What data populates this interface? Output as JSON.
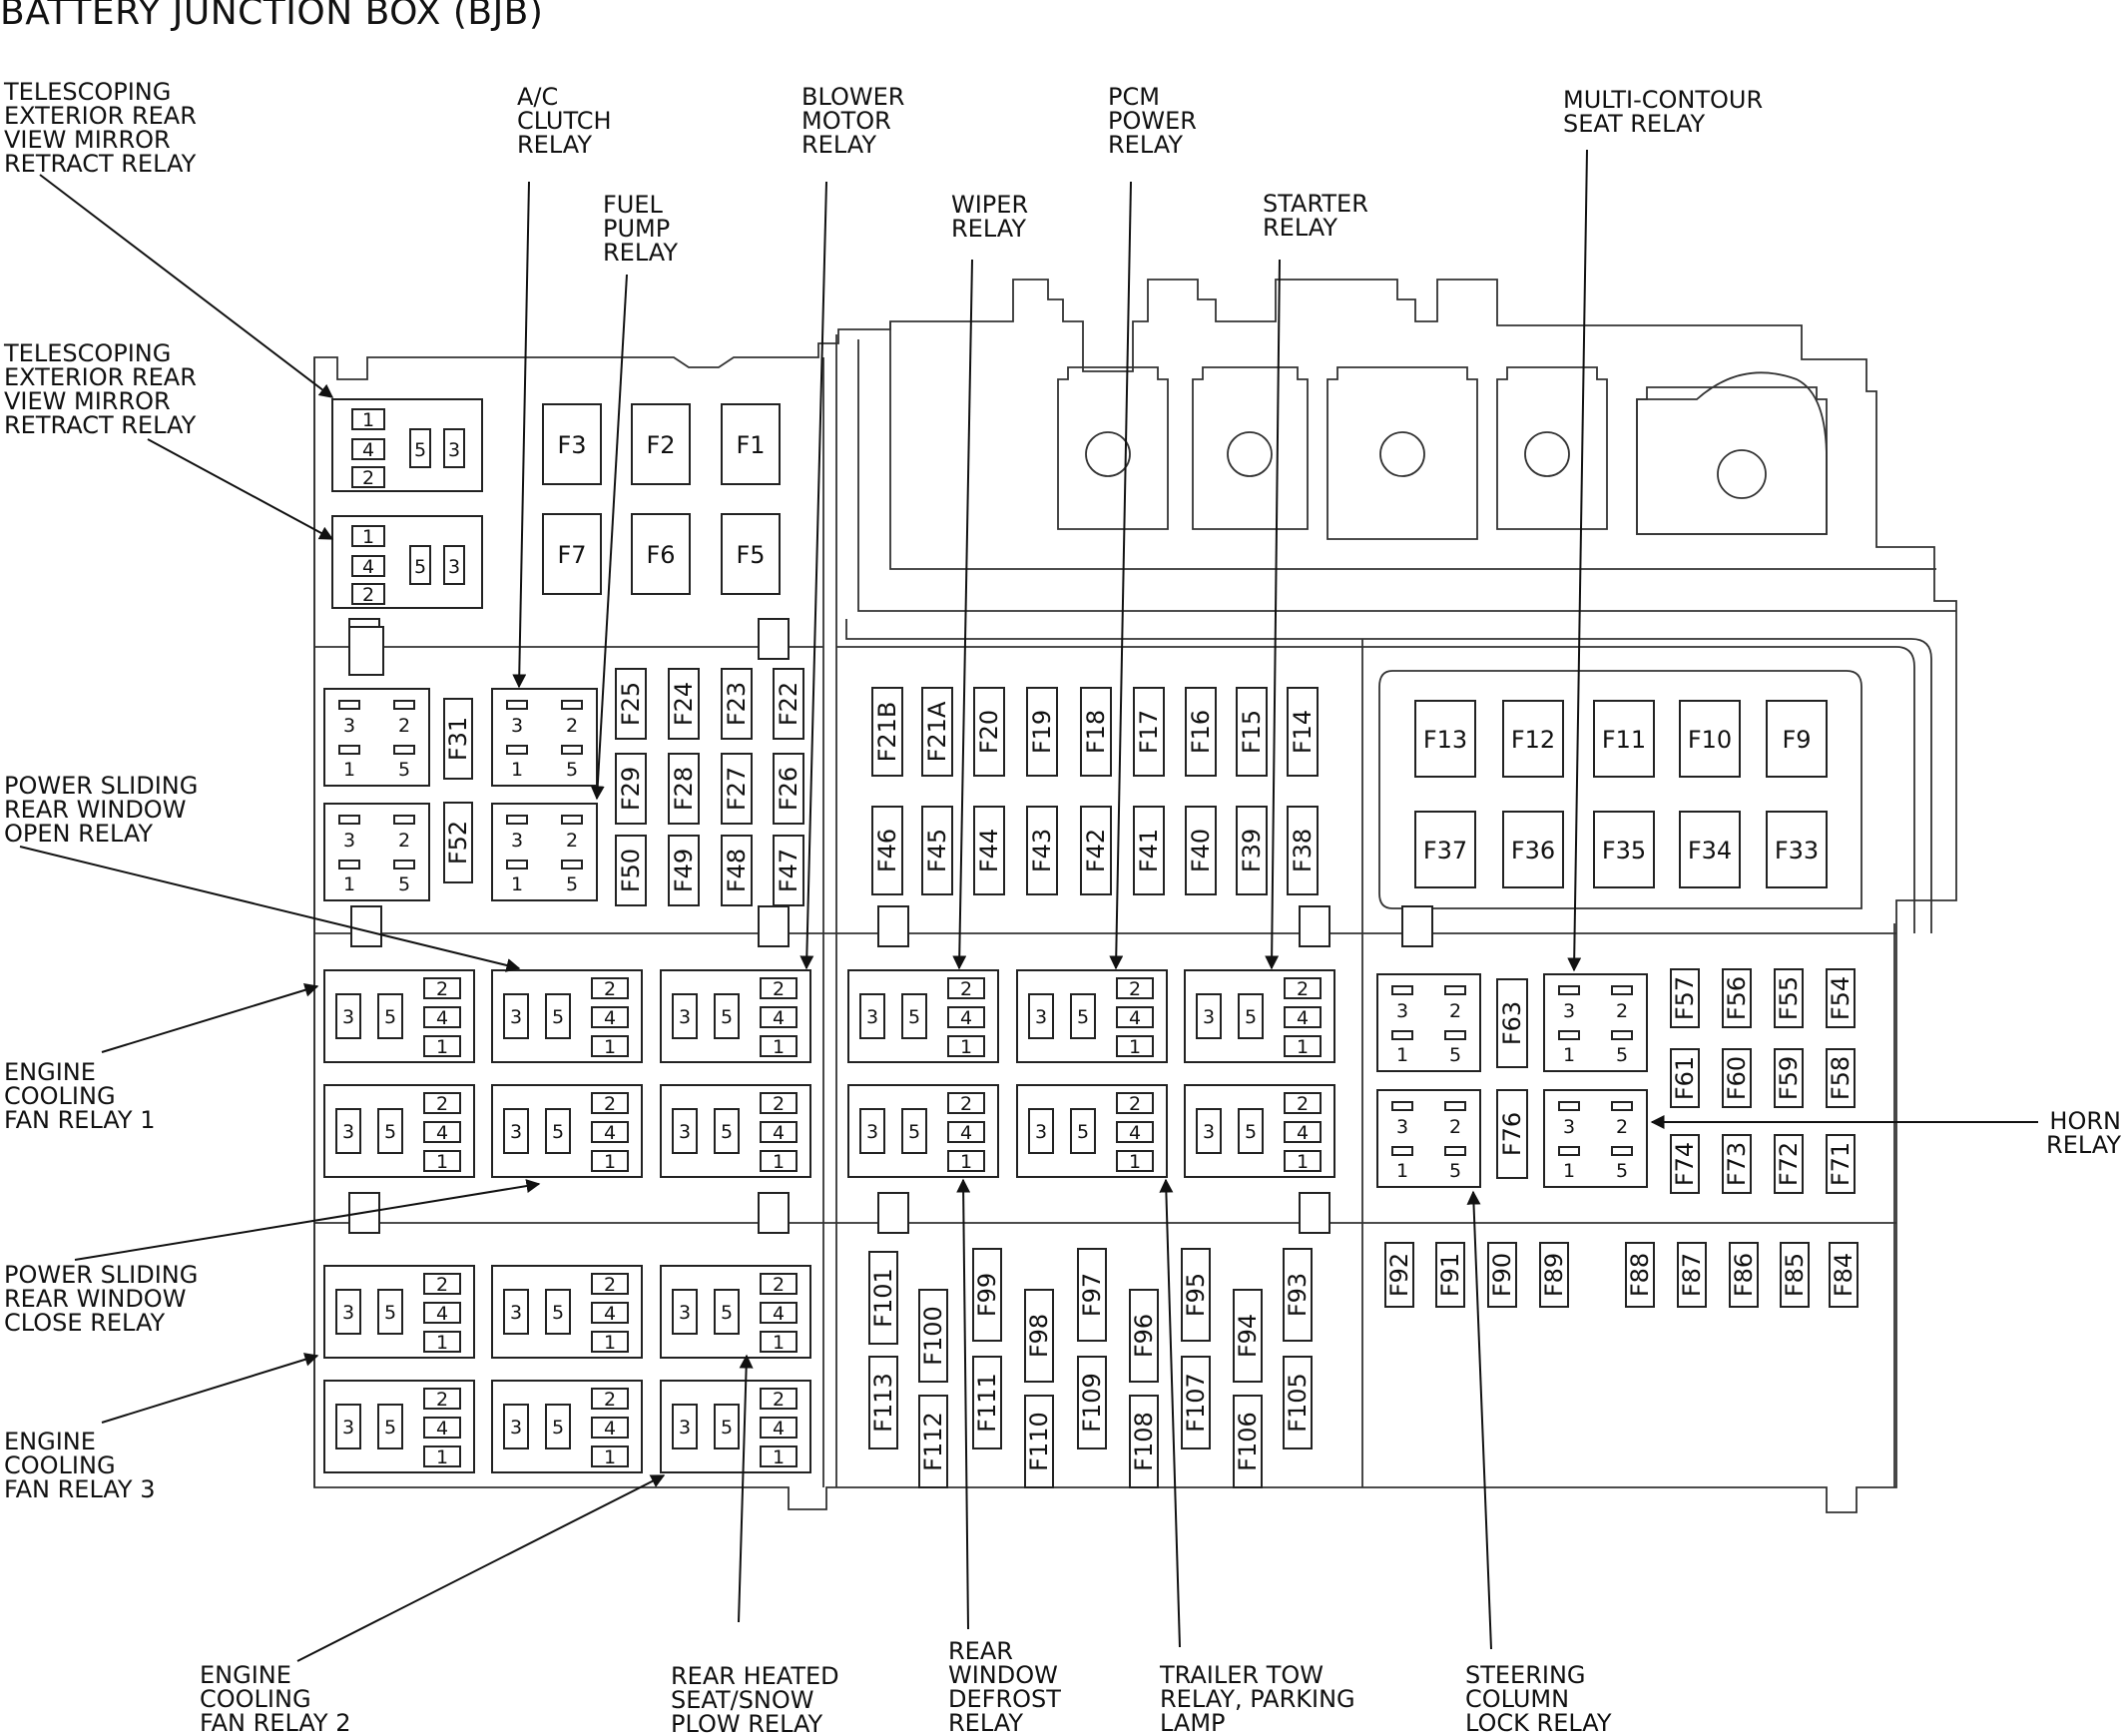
{
  "title": "BATTERY JUNCTION BOX (BJB)",
  "labels": {
    "tel1": [
      "TELESCOPING",
      "EXTERIOR REAR",
      "VIEW MIRROR",
      "RETRACT RELAY"
    ],
    "tel2": [
      "TELESCOPING",
      "EXTERIOR REAR",
      "VIEW MIRROR",
      "RETRACT RELAY"
    ],
    "ac": [
      "A/C",
      "CLUTCH",
      "RELAY"
    ],
    "fuel": [
      "FUEL",
      "PUMP",
      "RELAY"
    ],
    "blower": [
      "BLOWER",
      "MOTOR",
      "RELAY"
    ],
    "wiper": [
      "WIPER",
      "RELAY"
    ],
    "pcm": [
      "PCM",
      "POWER",
      "RELAY"
    ],
    "starter": [
      "STARTER",
      "RELAY"
    ],
    "multi": [
      "MULTI-CONTOUR",
      "SEAT RELAY"
    ],
    "pso": [
      "POWER SLIDING",
      "REAR WINDOW",
      "OPEN RELAY"
    ],
    "ecf1": [
      "ENGINE",
      "COOLING",
      "FAN RELAY 1"
    ],
    "psc": [
      "POWER SLIDING",
      "REAR WINDOW",
      "CLOSE RELAY"
    ],
    "ecf3": [
      "ENGINE",
      "COOLING",
      "FAN RELAY 3"
    ],
    "horn": [
      "HORN",
      "RELAY"
    ],
    "ecf2": [
      "ENGINE",
      "COOLING",
      "FAN RELAY 2"
    ],
    "rhs": [
      "REAR HEATED",
      "SEAT/SNOW",
      "PLOW RELAY"
    ],
    "rwd": [
      "REAR",
      "WINDOW",
      "DEFROST",
      "RELAY"
    ],
    "ttr": [
      "TRAILER TOW",
      "RELAY, PARKING",
      "LAMP"
    ],
    "scl": [
      "STEERING",
      "COLUMN",
      "LOCK RELAY"
    ]
  },
  "fuses": {
    "top_row1": [
      "F3",
      "F2",
      "F1"
    ],
    "top_row2": [
      "F7",
      "F6",
      "F5"
    ],
    "left_a": [
      "F25",
      "F24",
      "F23",
      "F22"
    ],
    "left_b": [
      "F29",
      "F28",
      "F27",
      "F26"
    ],
    "left_c": [
      "F50",
      "F49",
      "F48",
      "F47"
    ],
    "f31": "F31",
    "f52": "F52",
    "mid_a": [
      "F21B",
      "F21A",
      "F20",
      "F19",
      "F18",
      "F17",
      "F16",
      "F15",
      "F14"
    ],
    "mid_b": [
      "F46",
      "F45",
      "F44",
      "F43",
      "F42",
      "F41",
      "F40",
      "F39",
      "F38"
    ],
    "right_a": [
      "F13",
      "F12",
      "F11",
      "F10",
      "F9"
    ],
    "right_b": [
      "F37",
      "F36",
      "F35",
      "F34",
      "F33"
    ],
    "f63": "F63",
    "f76": "F76",
    "r_col_a": [
      "F57",
      "F56",
      "F55",
      "F54"
    ],
    "r_col_b": [
      "F61",
      "F60",
      "F59",
      "F58"
    ],
    "r_col_c": [
      "F74",
      "F73",
      "F72",
      "F71"
    ],
    "bottom_right": [
      "F92",
      "F91",
      "F90",
      "F89",
      "F88",
      "F87",
      "F86",
      "F85",
      "F84"
    ],
    "bottom_mid_top": [
      "F101",
      "F100",
      "F99",
      "F98",
      "F97",
      "F96",
      "F95",
      "F94",
      "F93"
    ],
    "bottom_mid_bot": [
      "F113",
      "F112",
      "F111",
      "F110",
      "F109",
      "F108",
      "F107",
      "F106",
      "F105"
    ]
  },
  "pins": {
    "p1": "1",
    "p2": "2",
    "p3": "3",
    "p4": "4",
    "p5": "5"
  }
}
